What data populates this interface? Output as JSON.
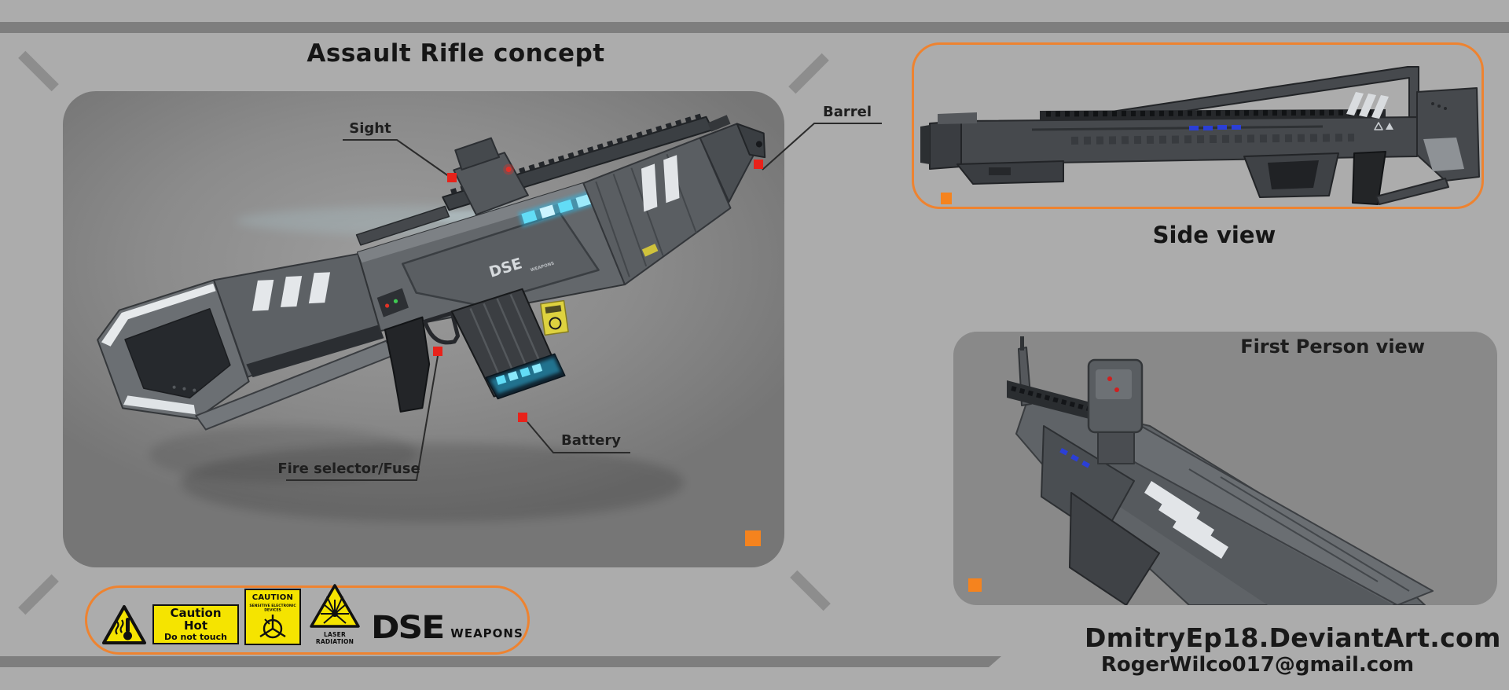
{
  "title": "Assault Rifle concept",
  "views": {
    "side": "Side view",
    "first_person": "First Person view"
  },
  "callouts": {
    "sight": "Sight",
    "barrel": "Barrel",
    "fire_selector": "Fire selector/Fuse",
    "battery": "Battery"
  },
  "caution_strip": {
    "hot": {
      "line1": "Caution",
      "line2": "Hot",
      "line3": "Do not touch"
    },
    "esd": {
      "title": "CAUTION",
      "subtitle": "SENSITIVE ELECTRONIC DEVICES"
    },
    "laser": {
      "caption": "LASER RADIATION"
    },
    "brand": {
      "logo": "DSE",
      "division": "WEAPONS"
    }
  },
  "receiver_marking": {
    "logo": "DSE",
    "division": "WEAPONS"
  },
  "contact": {
    "deviantart": "DmitryEp18.DeviantArt.com",
    "email": "RogerWilco017@gmail.com"
  },
  "icons": [
    "hot-surface-warning-icon",
    "esd-warning-icon",
    "laser-warning-icon"
  ],
  "colors": {
    "accent_orange": "#F5831E",
    "border_orange": "#EE8330",
    "marker_red": "#E8221A",
    "caution_yellow": "#F5E400",
    "glow_cyan": "#5FD9F2"
  }
}
